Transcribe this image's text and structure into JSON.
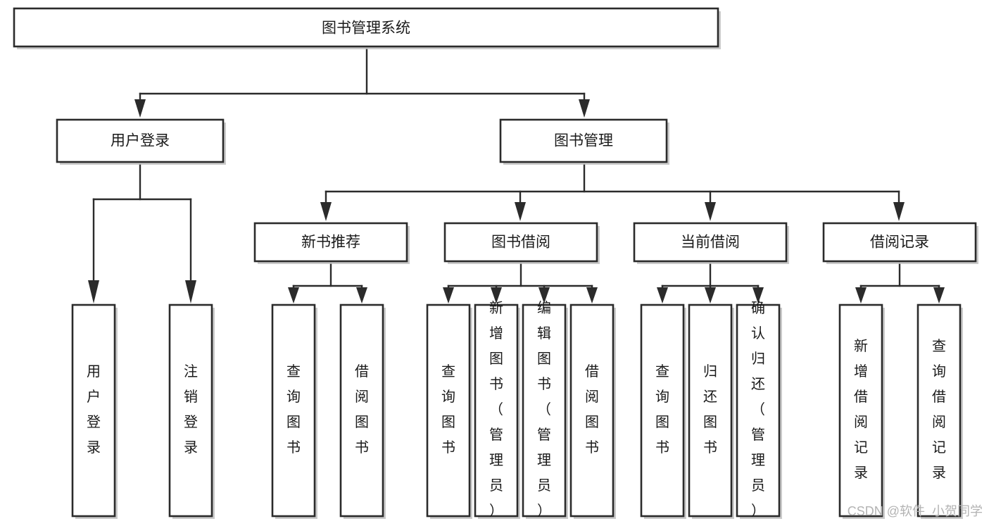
{
  "diagram": {
    "title": "图书管理系统",
    "watermark": "CSDN @软件_小贺同学",
    "colors": {
      "stroke": "#2b2b2b",
      "fill": "#ffffff",
      "text": "#1a1a1a",
      "watermark": "#b3b3b3",
      "shadow": "#b9b9b9"
    },
    "root": {
      "label": "图书管理系统"
    },
    "level1": [
      {
        "label": "用户登录"
      },
      {
        "label": "图书管理"
      }
    ],
    "level2": [
      {
        "label": "新书推荐"
      },
      {
        "label": "图书借阅"
      },
      {
        "label": "当前借阅"
      },
      {
        "label": "借阅记录"
      }
    ],
    "leaves_user_login": [
      {
        "label": "用户登录"
      },
      {
        "label": "注销登录"
      }
    ],
    "leaves_new_book": [
      {
        "label": "查询图书"
      },
      {
        "label": "借阅图书"
      }
    ],
    "leaves_borrow": [
      {
        "label": "查询图书"
      },
      {
        "label": "新增图书（管理员）"
      },
      {
        "label": "编辑图书（管理员）"
      },
      {
        "label": "借阅图书"
      }
    ],
    "leaves_current": [
      {
        "label": "查询图书"
      },
      {
        "label": "归还图书"
      },
      {
        "label": "确认归还（管理员）"
      }
    ],
    "leaves_record": [
      {
        "label": "新增借阅记录"
      },
      {
        "label": "查询借阅记录"
      }
    ]
  }
}
